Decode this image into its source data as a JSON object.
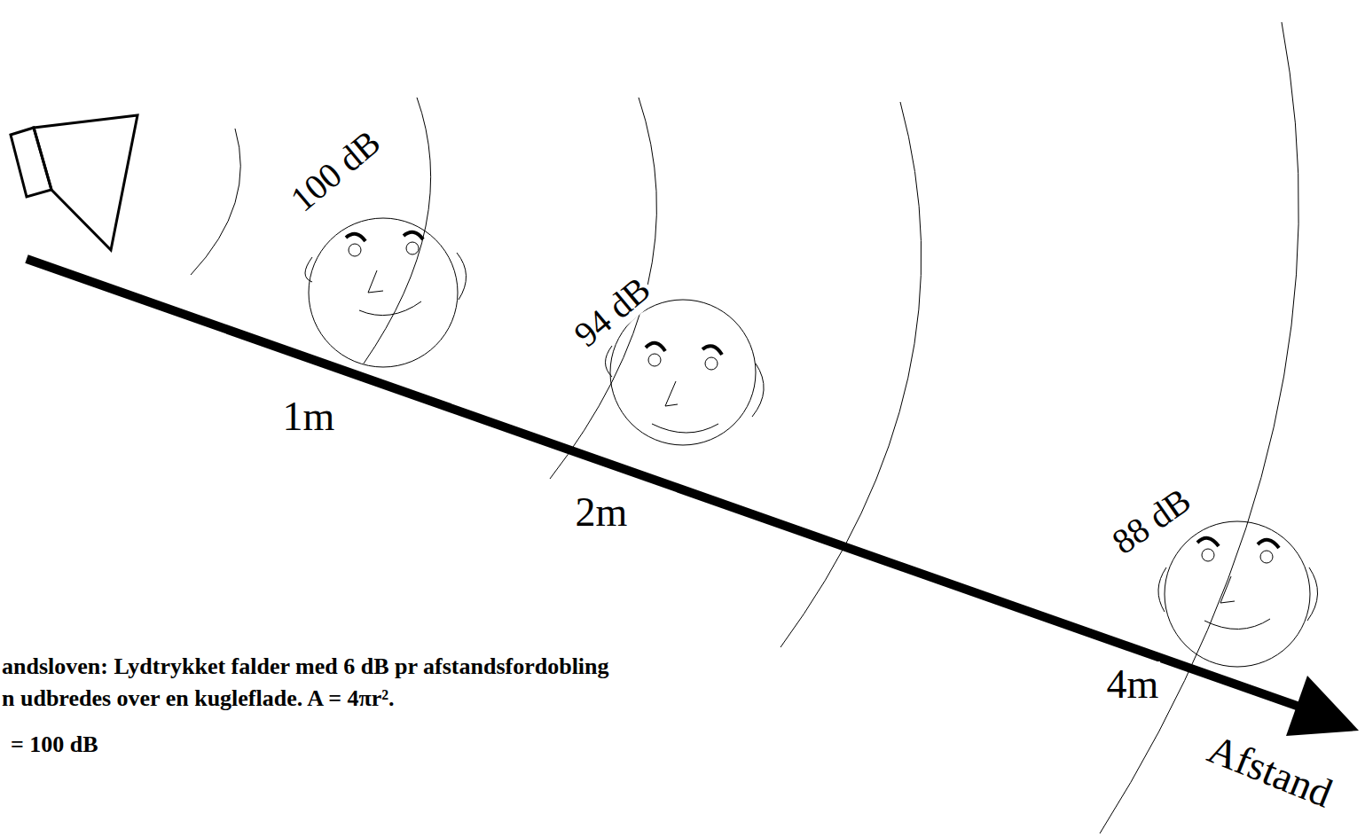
{
  "diagram": {
    "labels": [
      "100 dB",
      "94 dB",
      "88 dB",
      "1m",
      "2m",
      "4m",
      "Afstand",
      "andsloven: Lydtrykket falder med 6 dB pr afstandsfordobling",
      "n udbredes over en kugleflade. A = 4πr².",
      "= 100 dB"
    ]
  }
}
